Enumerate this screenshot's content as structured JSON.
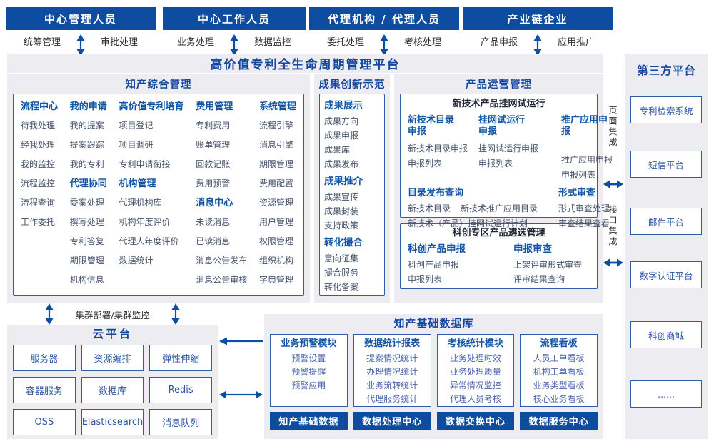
{
  "page": {
    "title": "高价值专利全生命周期管理平台"
  },
  "colors": {
    "header_bg": "#0d4c9f",
    "accent_text": "#1456a4",
    "panel_bg": "#ededf1",
    "arrow": "#0b4ea2",
    "box_border": "#2e5ea9",
    "item_text": "#47536b",
    "db_item_text": "#4a63ad"
  },
  "top_roles": [
    {
      "title": "中心管理人员",
      "left": "统筹管理",
      "right": "审批处理"
    },
    {
      "title": "中心工作人员",
      "left": "业务处理",
      "right": "数据监控"
    },
    {
      "title": "代理机构 / 代理人员",
      "left": "委托处理",
      "right": "考核处理"
    },
    {
      "title": "产业链企业",
      "left": "产品申报",
      "right": "应用推广"
    }
  ],
  "ip": {
    "title": "知产综合管理",
    "columns": [
      {
        "groups": [
          {
            "title": "流程中心",
            "items": [
              "待我处理",
              "经我处理",
              "我的监控",
              "流程监控",
              "流程查询",
              "工作委托"
            ]
          }
        ]
      },
      {
        "groups": [
          {
            "title": "我的申请",
            "items": [
              "我的提案",
              "提案跟踪",
              "我的专利"
            ]
          },
          {
            "title": "代理协同",
            "items": [
              "委案处理",
              "撰写处理",
              "专利答复",
              "期限管理",
              "机构信息"
            ]
          }
        ]
      },
      {
        "groups": [
          {
            "title": "高价值专利培育",
            "items": [
              "项目登记",
              "项目调研",
              "专利申请衔接"
            ]
          },
          {
            "title": "机构管理",
            "items": [
              "代理机构库",
              "机构年度评价",
              "代理人年度评价",
              "数据统计"
            ]
          }
        ]
      },
      {
        "groups": [
          {
            "title": "费用管理",
            "items": [
              "专利费用",
              "账单管理",
              "回款记账",
              "费用预警"
            ]
          },
          {
            "title": "消息中心",
            "items": [
              "未读消息",
              "已读消息",
              "消息公告发布",
              "消息公告审核"
            ]
          }
        ]
      },
      {
        "groups": [
          {
            "title": "系统管理",
            "items": [
              "流程引擎",
              "消息引擎",
              "期限管理",
              "费用配置",
              "资源管理",
              "用户管理",
              "权限管理",
              "组织机构",
              "字典管理"
            ]
          }
        ]
      }
    ]
  },
  "ach": {
    "title": "成果创新示范",
    "groups": [
      {
        "title": "成果展示",
        "items": [
          "成果方向",
          "成果申报",
          "成果库",
          "成果发布"
        ]
      },
      {
        "title": "成果推介",
        "items": [
          "成果宣传",
          "成果封装",
          "支持政策"
        ]
      },
      {
        "title": "转化撮合",
        "items": [
          "意向征集",
          "撮合服务",
          "转化备案"
        ]
      }
    ]
  },
  "prod": {
    "title": "产品运营管理",
    "trial": {
      "title": "新技术产品挂网试运行",
      "groups": [
        {
          "title": "新技术目录申报",
          "items": [
            "新技术目录申报",
            "申报列表"
          ]
        },
        {
          "title": "挂网试运行申报",
          "items": [
            "挂网试运行申报",
            "申报列表"
          ]
        },
        {
          "title": "推广应用申报",
          "items": [
            "推广应用申报",
            "申报列表"
          ]
        },
        {
          "title": "目录发布查询",
          "items": [
            "新技术目录",
            "新技术推广应用目录",
            "新技术（产品）挂网试运行计划"
          ]
        },
        {
          "title": "形式审查",
          "items": [
            "形式审查处理",
            "审查结果查看"
          ]
        }
      ]
    },
    "selection": {
      "title": "科创专区产品遴选管理",
      "groups": [
        {
          "title": "科创产品申报",
          "items": [
            "科创产品申报",
            "申报列表"
          ]
        },
        {
          "title": "申报审查",
          "items": [
            "上架评审形式审查",
            "评审结果查询"
          ]
        }
      ]
    }
  },
  "third": {
    "title": "第三方平台",
    "page_integration": "页面集成",
    "api_integration": "接口集成",
    "items": [
      "专利检索系统",
      "短信平台",
      "邮件平台",
      "数字认证平台",
      "科创商城",
      "......"
    ]
  },
  "cluster": {
    "label": "集群部署/集群监控"
  },
  "cloud": {
    "title": "云平台",
    "items": [
      "服务器",
      "资源编排",
      "弹性伸缩",
      "容器服务",
      "数据库",
      "Redis",
      "OSS",
      "Elasticsearch",
      "消息队列"
    ]
  },
  "db": {
    "title": "知产基础数据库",
    "modules": [
      {
        "title": "业务预警模块",
        "items": [
          "预警设置",
          "预警提醒",
          "预警应用"
        ]
      },
      {
        "title": "数据统计报表",
        "items": [
          "提案情况统计",
          "办理情况统计",
          "业务流转统计",
          "代理服务统计"
        ]
      },
      {
        "title": "考核统计模块",
        "items": [
          "业务处理时效",
          "业务处理质量",
          "异常情况监控",
          "代理人员考核"
        ]
      },
      {
        "title": "流程看板",
        "items": [
          "人员工单看板",
          "机构工单看板",
          "业务类型看板",
          "核心业务看板"
        ]
      }
    ],
    "centers": [
      "知产基础数据",
      "数据处理中心",
      "数据交换中心",
      "数据服务中心"
    ]
  }
}
